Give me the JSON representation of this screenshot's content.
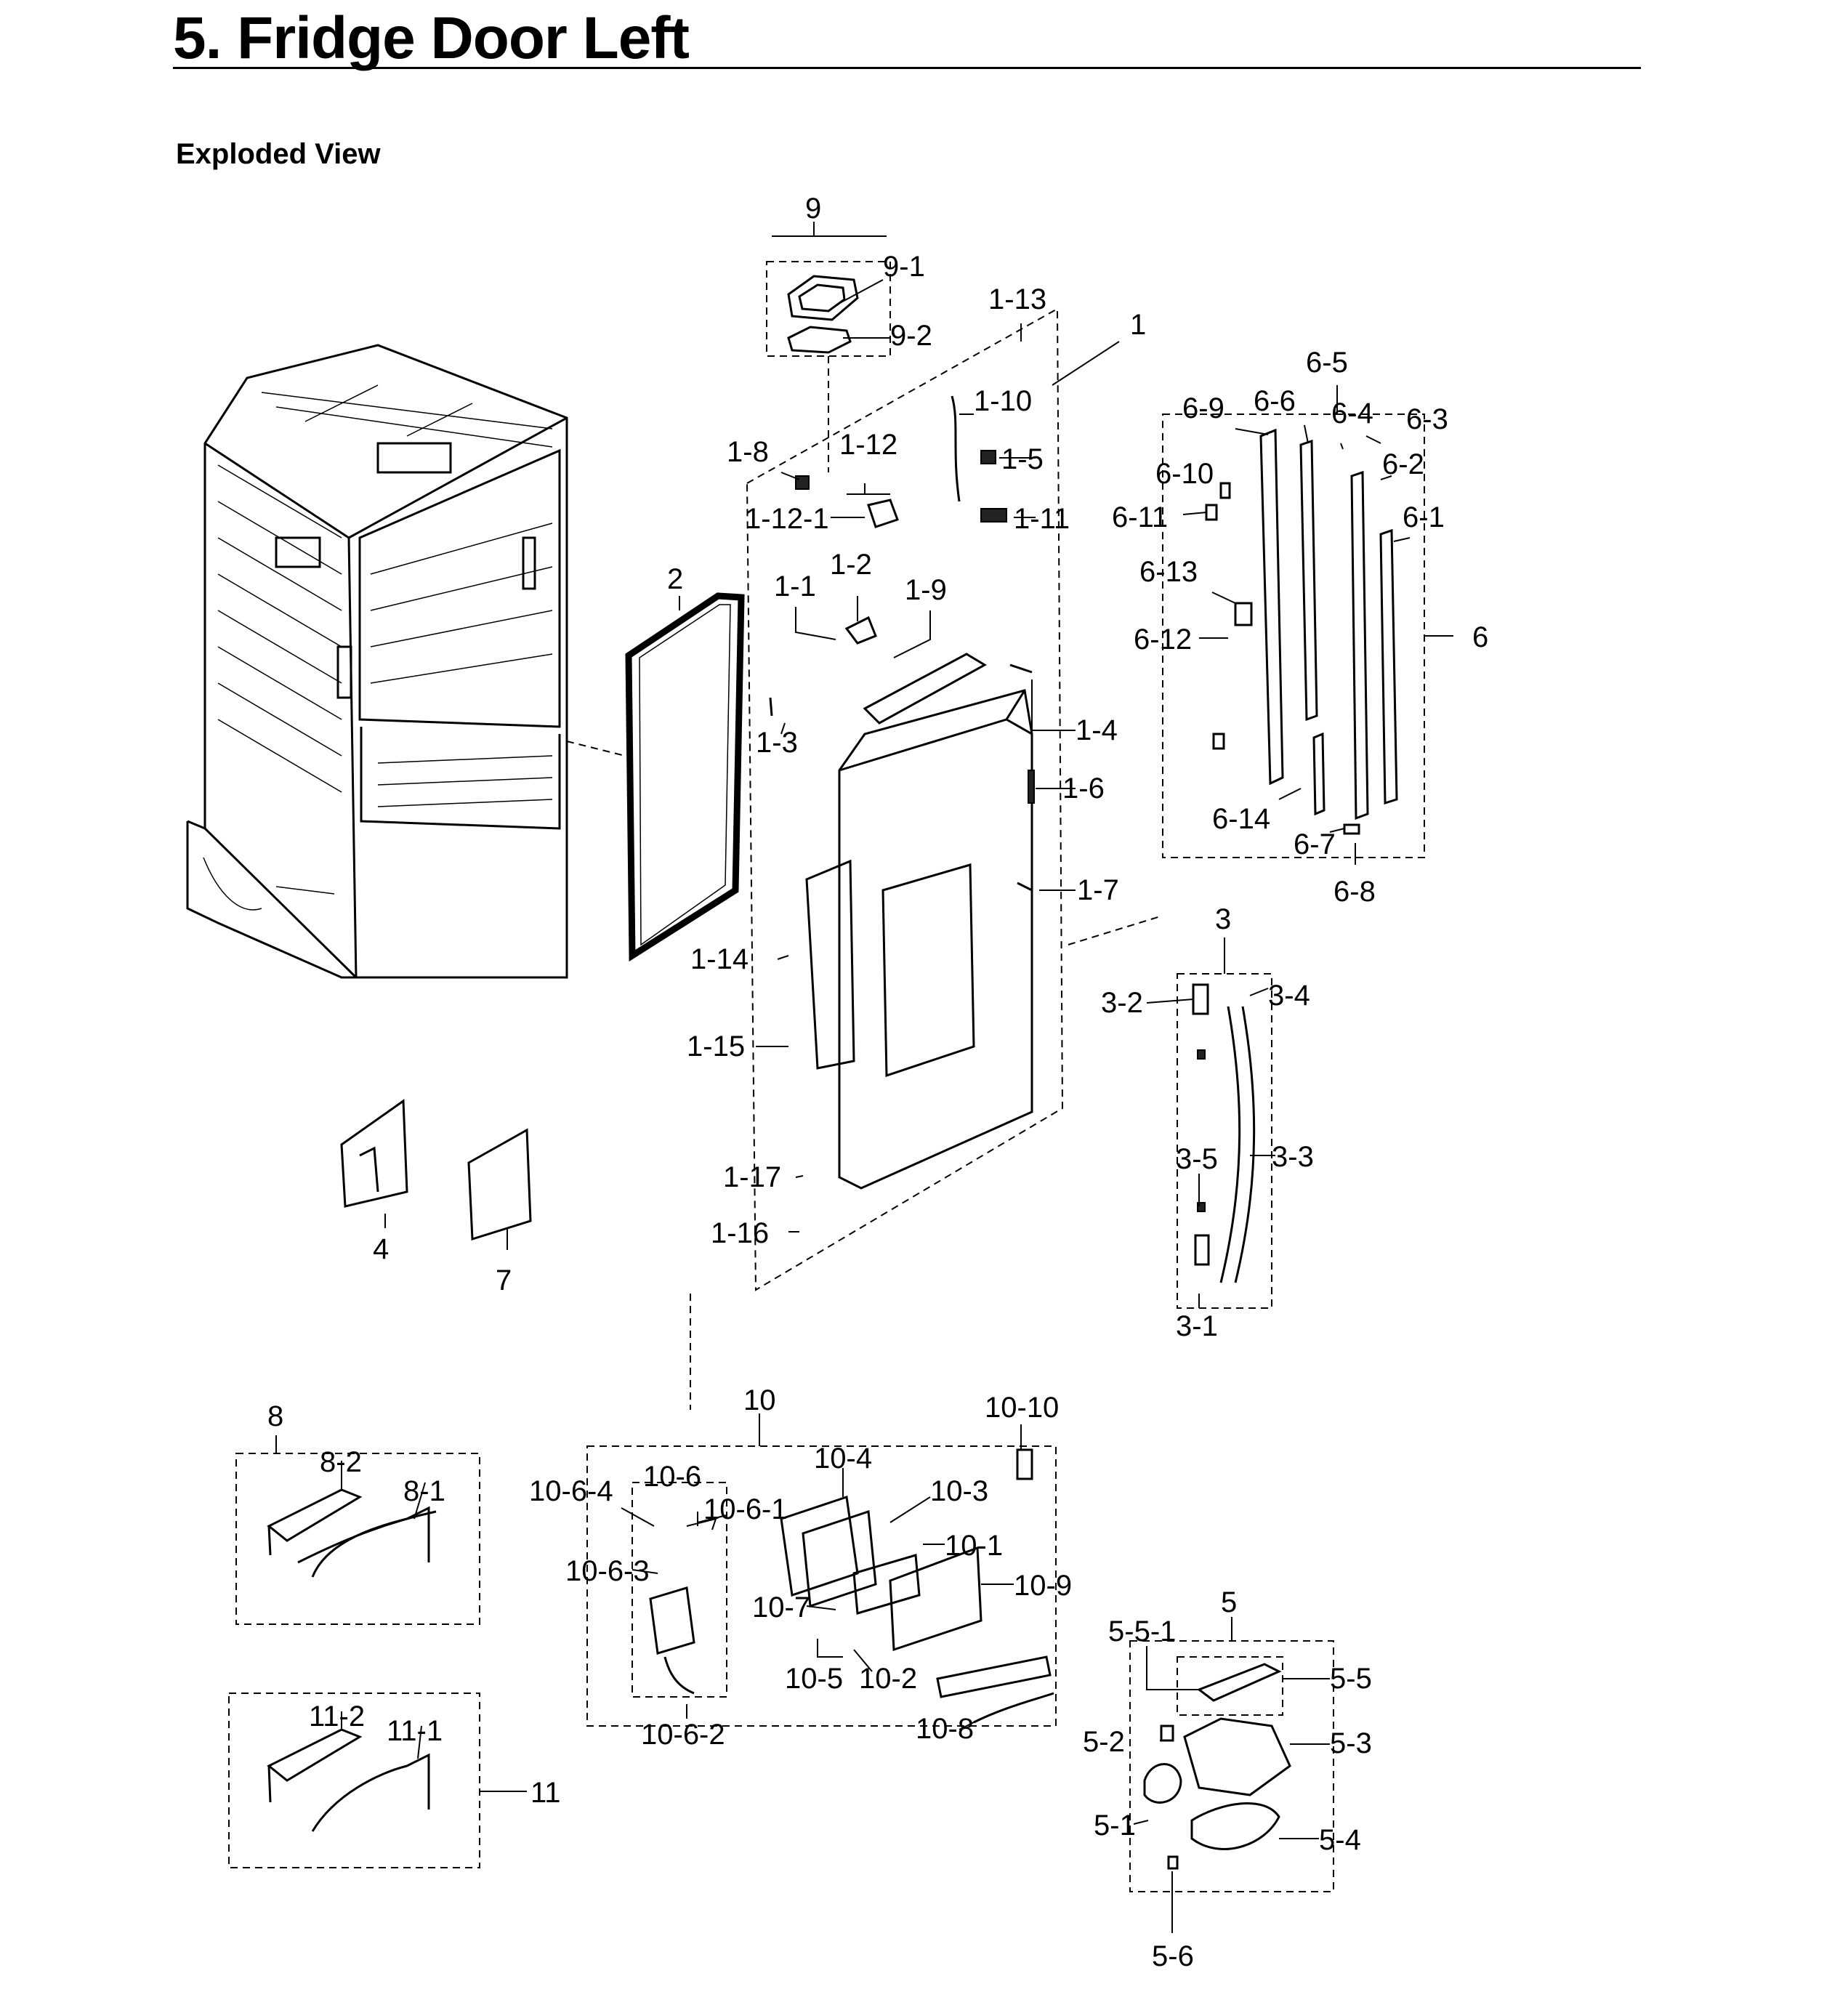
{
  "header": {
    "title": "5.  Fridge Door Left",
    "subtitle": "Exploded View"
  },
  "callouts": [
    {
      "id": "9",
      "label": "9"
    },
    {
      "id": "9-1",
      "label": "9-1"
    },
    {
      "id": "9-2",
      "label": "9-2"
    },
    {
      "id": "1-13",
      "label": "1-13"
    },
    {
      "id": "1",
      "label": "1"
    },
    {
      "id": "1-10",
      "label": "1-10"
    },
    {
      "id": "1-8",
      "label": "1-8"
    },
    {
      "id": "1-12",
      "label": "1-12"
    },
    {
      "id": "1-5",
      "label": "1-5"
    },
    {
      "id": "1-12-1",
      "label": "1-12-1"
    },
    {
      "id": "1-11",
      "label": "1-11"
    },
    {
      "id": "2",
      "label": "2"
    },
    {
      "id": "1-1",
      "label": "1-1"
    },
    {
      "id": "1-2",
      "label": "1-2"
    },
    {
      "id": "1-9",
      "label": "1-9"
    },
    {
      "id": "1-3",
      "label": "1-3"
    },
    {
      "id": "1-4",
      "label": "1-4"
    },
    {
      "id": "1-6",
      "label": "1-6"
    },
    {
      "id": "1-7",
      "label": "1-7"
    },
    {
      "id": "1-14",
      "label": "1-14"
    },
    {
      "id": "1-15",
      "label": "1-15"
    },
    {
      "id": "1-17",
      "label": "1-17"
    },
    {
      "id": "1-16",
      "label": "1-16"
    },
    {
      "id": "4",
      "label": "4"
    },
    {
      "id": "7",
      "label": "7"
    },
    {
      "id": "6-5",
      "label": "6-5"
    },
    {
      "id": "6-9",
      "label": "6-9"
    },
    {
      "id": "6-6",
      "label": "6-6"
    },
    {
      "id": "6-4",
      "label": "6-4"
    },
    {
      "id": "6-3",
      "label": "6-3"
    },
    {
      "id": "6-10",
      "label": "6-10"
    },
    {
      "id": "6-2",
      "label": "6-2"
    },
    {
      "id": "6-11",
      "label": "6-11"
    },
    {
      "id": "6-1",
      "label": "6-1"
    },
    {
      "id": "6-13",
      "label": "6-13"
    },
    {
      "id": "6",
      "label": "6"
    },
    {
      "id": "6-12",
      "label": "6-12"
    },
    {
      "id": "6-14",
      "label": "6-14"
    },
    {
      "id": "6-7",
      "label": "6-7"
    },
    {
      "id": "6-8",
      "label": "6-8"
    },
    {
      "id": "3",
      "label": "3"
    },
    {
      "id": "3-2",
      "label": "3-2"
    },
    {
      "id": "3-4",
      "label": "3-4"
    },
    {
      "id": "3-5",
      "label": "3-5"
    },
    {
      "id": "3-3",
      "label": "3-3"
    },
    {
      "id": "3-1",
      "label": "3-1"
    },
    {
      "id": "8",
      "label": "8"
    },
    {
      "id": "8-2",
      "label": "8-2"
    },
    {
      "id": "8-1",
      "label": "8-1"
    },
    {
      "id": "11-2",
      "label": "11-2"
    },
    {
      "id": "11-1",
      "label": "11-1"
    },
    {
      "id": "11",
      "label": "11"
    },
    {
      "id": "10",
      "label": "10"
    },
    {
      "id": "10-10",
      "label": "10-10"
    },
    {
      "id": "10-4",
      "label": "10-4"
    },
    {
      "id": "10-6",
      "label": "10-6"
    },
    {
      "id": "10-6-4",
      "label": "10-6-4"
    },
    {
      "id": "10-6-1",
      "label": "10-6-1"
    },
    {
      "id": "10-3",
      "label": "10-3"
    },
    {
      "id": "10-1",
      "label": "10-1"
    },
    {
      "id": "10-6-3",
      "label": "10-6-3"
    },
    {
      "id": "10-9",
      "label": "10-9"
    },
    {
      "id": "10-7",
      "label": "10-7"
    },
    {
      "id": "10-5",
      "label": "10-5"
    },
    {
      "id": "10-2",
      "label": "10-2"
    },
    {
      "id": "10-8",
      "label": "10-8"
    },
    {
      "id": "10-6-2",
      "label": "10-6-2"
    },
    {
      "id": "5",
      "label": "5"
    },
    {
      "id": "5-5-1",
      "label": "5-5-1"
    },
    {
      "id": "5-5",
      "label": "5-5"
    },
    {
      "id": "5-2",
      "label": "5-2"
    },
    {
      "id": "5-3",
      "label": "5-3"
    },
    {
      "id": "5-1",
      "label": "5-1"
    },
    {
      "id": "5-4",
      "label": "5-4"
    },
    {
      "id": "5-6",
      "label": "5-6"
    }
  ]
}
